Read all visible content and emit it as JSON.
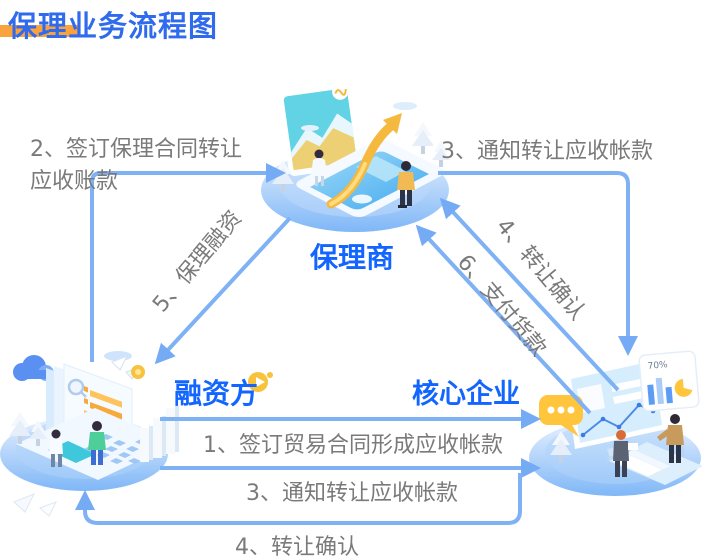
{
  "title": "保理业务流程图",
  "nodes": {
    "factor": {
      "label": "保理商"
    },
    "financier": {
      "label": "融资方"
    },
    "core": {
      "label": "核心企业"
    }
  },
  "edges": {
    "e2": {
      "line1": "2、签订保理合同转让",
      "line2": "应收账款"
    },
    "e3_top": {
      "label": "3、通知转让应收帐款"
    },
    "e5_diag": {
      "label": "5、保理融资"
    },
    "e4_diag": {
      "label": "4、转让确认"
    },
    "e6_diag": {
      "label": "6、支付货款"
    },
    "e1_bottom": {
      "label": "1、签订贸易合同形成应收帐款"
    },
    "e3_bottom": {
      "label": "3、通知转让应收帐款"
    },
    "e4_bottom": {
      "label": "4、转让确认"
    }
  },
  "badges": {
    "core_chart_percent": "70%"
  },
  "colors": {
    "title_blue": "#2F6BEC",
    "node_label_blue": "#1266FF",
    "accent_orange": "#F9A23E",
    "arrow_blue": "#7FB1F5",
    "arrowhead_blue": "#74ABF4",
    "label_gray": "#7A7A7A"
  }
}
